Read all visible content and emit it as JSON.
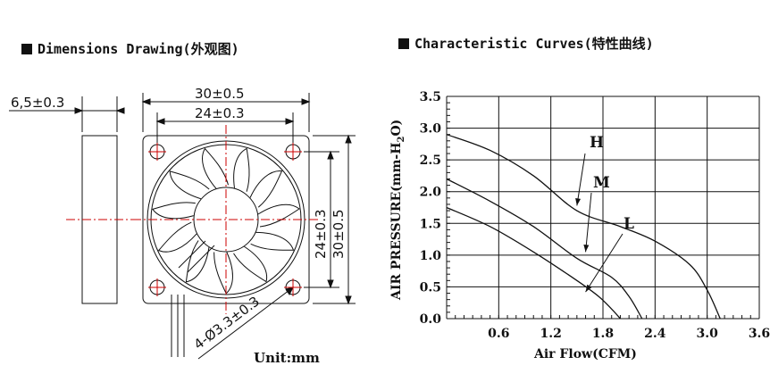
{
  "headings": {
    "left": "Dimensions Drawing(外观图)",
    "right": "Characteristic Curves(特性曲线)"
  },
  "drawing": {
    "thickness": "6,5±0.3",
    "outer_width": "30±0.5",
    "hole_spacing": "24±0.3",
    "hole_spacing_v": "24±0.3",
    "outer_height": "30±0.5",
    "holes": "4-Ø3.3±0.3",
    "unit": "Unit:mm"
  },
  "chart_data": {
    "type": "line",
    "xlabel": "Air Flow(CFM)",
    "ylabel": "AIR PRESSURE(mm-H2O)",
    "xlim": [
      0,
      3.6
    ],
    "ylim": [
      0,
      3.5
    ],
    "x_ticks": [
      "0.6",
      "1.2",
      "1.8",
      "2.4",
      "3.0",
      "3.6"
    ],
    "y_ticks": [
      "0.0",
      "0.5",
      "1.0",
      "1.5",
      "2.0",
      "2.5",
      "3.0",
      "3.5"
    ],
    "grid": true,
    "series": [
      {
        "name": "H",
        "x": [
          0,
          0.5,
          1.0,
          1.5,
          2.0,
          2.4,
          2.8,
          3.0,
          3.15
        ],
        "y": [
          2.9,
          2.65,
          2.25,
          1.7,
          1.45,
          1.22,
          0.85,
          0.45,
          0
        ]
      },
      {
        "name": "M",
        "x": [
          0,
          0.5,
          1.0,
          1.5,
          1.9,
          2.1,
          2.25
        ],
        "y": [
          2.2,
          1.85,
          1.45,
          0.95,
          0.65,
          0.35,
          0
        ]
      },
      {
        "name": "L",
        "x": [
          0,
          0.5,
          1.0,
          1.5,
          1.75,
          1.9,
          2.0
        ],
        "y": [
          1.75,
          1.45,
          1.05,
          0.6,
          0.35,
          0.15,
          0
        ]
      }
    ]
  }
}
